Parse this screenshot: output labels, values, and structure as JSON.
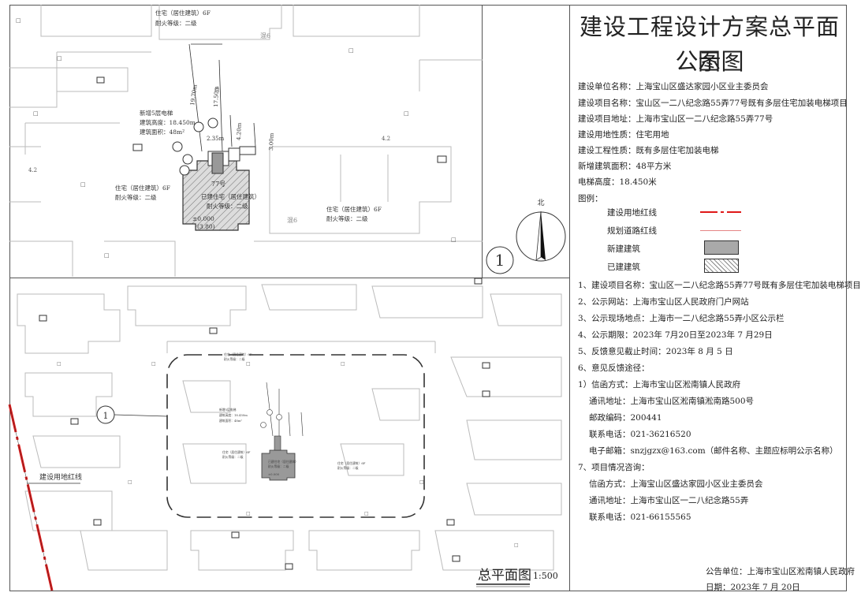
{
  "panel": {
    "title": "建设工程设计方案总平面图",
    "subtitle": "公示图",
    "project_info": [
      "建设单位名称：上海宝山区盛达家园小区业主委员会",
      "建设项目名称：宝山区一二八纪念路55弄77号既有多层住宅加装电梯项目",
      "建设项目地址：上海市宝山区一二八纪念路55弄77号",
      "建设用地性质：住宅用地",
      "建设工程性质：既有多层住宅加装电梯",
      "新增建筑面积：48平方米",
      "电梯高度：18.450米"
    ],
    "legend_title": "图例：",
    "legend": [
      {
        "label": "建设用地红线",
        "symbol": "red-dash"
      },
      {
        "label": "规划道路红线",
        "symbol": "red-thin"
      },
      {
        "label": "新建建筑",
        "symbol": "gray-fill"
      },
      {
        "label": "已建建筑",
        "symbol": "hatch"
      }
    ],
    "notice": [
      "1、建设项目名称：宝山区一二八纪念路55弄77号既有多层住宅加装电梯项目",
      "2、公示网站：上海市宝山区人民政府门户网站",
      "3、公示现场地点：上海市一二八纪念路55弄小区公示栏",
      "4、公示期限：2023年  7月20日至2023年 7 月29日",
      "5、反馈意见截止时间：2023年 8 月 5 日",
      "6、意见反馈途径：",
      "1）信函方式：上海市宝山区淞南镇人民政府",
      "通讯地址：上海市宝山区淞南镇淞南路500号",
      "邮政编码：200441",
      "联系电话：021-36216520",
      "电子邮箱：snzjgzx@163.com（邮件名称、主题应标明公示名称）",
      "7、项目情况咨询：",
      "信函方式：上海宝山区盛达家园小区业主委员会",
      "通讯地址：上海市宝山区一二八纪念路55弄",
      "联系电话：021-66155565"
    ],
    "announcer": "公告单位：上海市宝山区淞南镇人民政府",
    "date": "日期：2023年 7 月 20日"
  },
  "detail_map": {
    "bldg_top": "住宅（居住建筑）6F",
    "bldg_top_fire": "耐火等级：二级",
    "hun_top": "混6",
    "hun_mid": "混6",
    "elevator_note": "新增5层电梯",
    "elevator_height": "建筑高度：18.450m",
    "elevator_area": "建筑面积：48m²",
    "dim_1": "19.70m",
    "dim_2": "17.50m",
    "dim_3": "4.20m",
    "dim_4": "3.00m",
    "dim_5": "2.35m",
    "house_no": "77号",
    "bldg_left": "住宅（居住建筑）6F",
    "bldg_left_fire": "耐火等级：二级",
    "existing_bldg": "已建住宅（居住建筑）",
    "existing_fire": "耐火等级：二级",
    "elevation": "±0.000",
    "elevation_abs": "(3.80)",
    "bldg_right": "住宅（居住建筑）6F",
    "bldg_right_fire": "耐火等级：二级",
    "spot_1": "4.2",
    "spot_2": "4.2",
    "north": "北",
    "detail_no": "1"
  },
  "site_map": {
    "redline_label": "建设用地红线",
    "detail_ref": "1",
    "title": "总平面图",
    "scale": "1:500"
  }
}
